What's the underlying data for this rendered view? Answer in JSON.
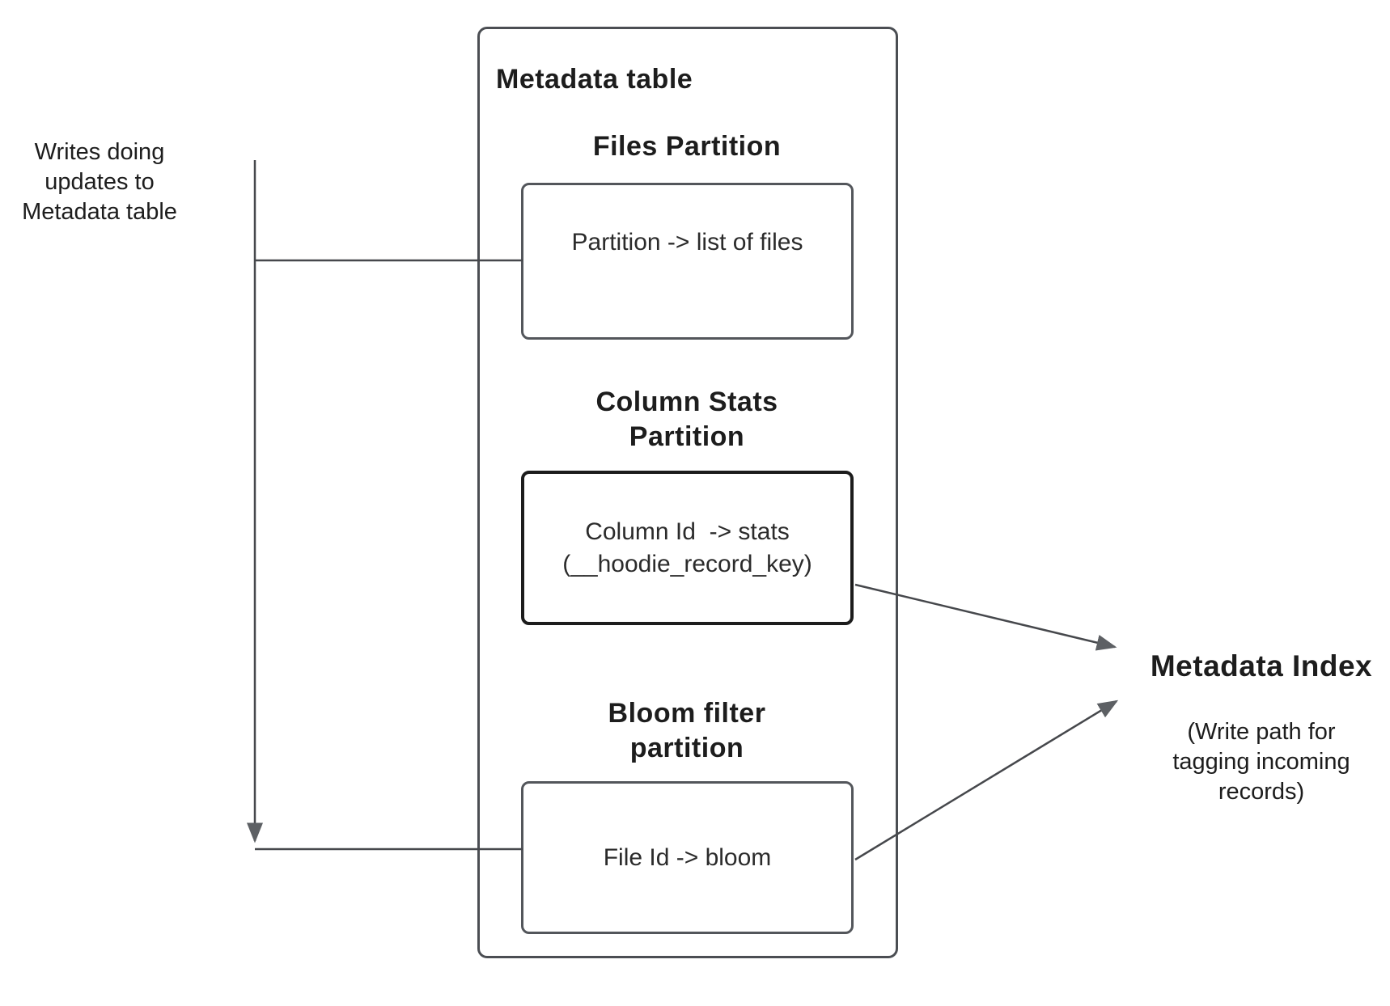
{
  "left_note": {
    "lines": [
      "Writes doing",
      "updates to",
      "Metadata table"
    ]
  },
  "metadata_table": {
    "title": "Metadata table",
    "files_partition": {
      "heading": "Files Partition",
      "body": "Partition -> list of files"
    },
    "column_stats_partition": {
      "heading_lines": [
        "Column Stats",
        "Partition"
      ],
      "body_lines": [
        "Column Id  -> stats",
        "(__hoodie_record_key)"
      ]
    },
    "bloom_filter_partition": {
      "heading_lines": [
        "Bloom filter",
        "partition"
      ],
      "body": "File Id -> bloom"
    }
  },
  "metadata_index": {
    "title": "Metadata Index",
    "subtitle_lines": [
      "(Write path for",
      "tagging incoming",
      "records)"
    ]
  },
  "colors": {
    "background": "#ffffff",
    "text": "#1d1d1d",
    "box_border": "#53565b",
    "strong_box_border": "#1c1c1c",
    "outer_border": "#4b4e53",
    "connector_line": "#46484c",
    "arrowhead_fill": "#5d6064"
  }
}
